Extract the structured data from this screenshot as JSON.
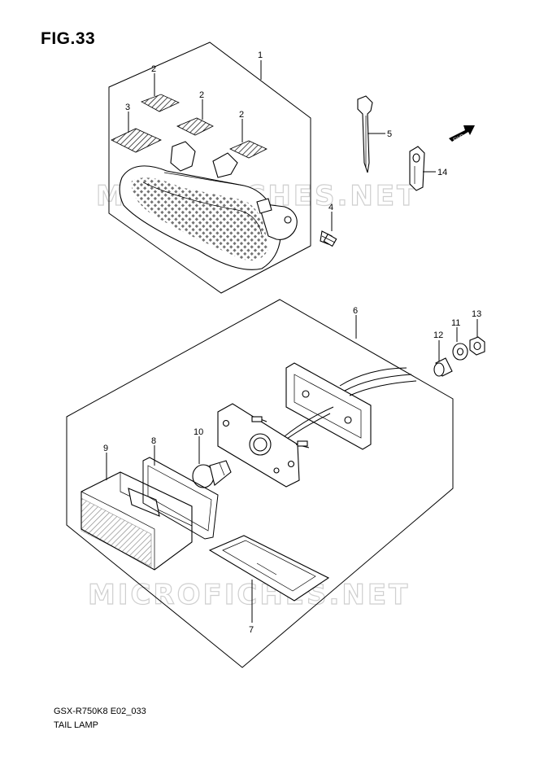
{
  "figure_label": "FIG.33",
  "footer": {
    "model_code": "GSX-R750K8 E02_033",
    "section_name": "TAIL LAMP"
  },
  "watermark": "MICROFICHES.NET",
  "fwd_arrow_text": "FWD",
  "callouts": {
    "p1": "1",
    "p2a": "2",
    "p2b": "2",
    "p2c": "2",
    "p3": "3",
    "p4": "4",
    "p5": "5",
    "p6": "6",
    "p7": "7",
    "p8": "8",
    "p9": "9",
    "p10": "10",
    "p11": "11",
    "p12": "12",
    "p13": "13",
    "p14": "14"
  }
}
